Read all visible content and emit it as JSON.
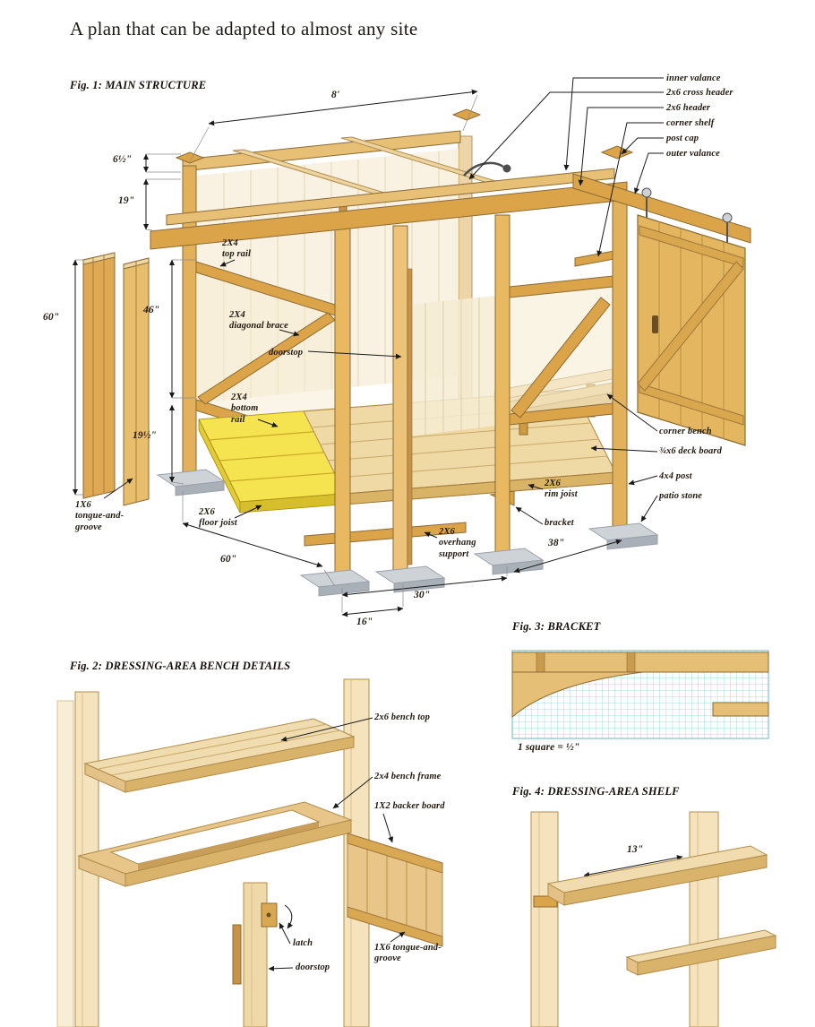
{
  "title": "A plan that can be adapted to almost any site",
  "colors": {
    "wood": "#dca449",
    "wood_light": "#efd9a4",
    "panel_cream": "#f6ecd4",
    "joist_yellow": "#f5e34f",
    "stone_gray": "#ced3d8",
    "grid_teal": "#7cc7cc",
    "line_dark": "#1a1a1a"
  },
  "fig1": {
    "caption": "Fig. 1: MAIN STRUCTURE",
    "dims": {
      "length": "8'",
      "valance_height": "6½\"",
      "header_gap": "19\"",
      "panel_height": "60\"",
      "wall_height": "46\"",
      "base_height": "19½\"",
      "side_width": "60\"",
      "front_span": "30\"",
      "door_offset": "16\"",
      "right_span": "38\""
    },
    "labels": {
      "inner_valance": "inner valance",
      "cross_header": "2x6 cross header",
      "header": "2x6 header",
      "corner_shelf": "corner shelf",
      "post_cap": "post cap",
      "outer_valance": "outer valance",
      "top_rail": "2X4\ntop rail",
      "diagonal_brace": "2X4\ndiagonal brace",
      "doorstop": "doorstop",
      "bottom_rail": "2X4\nbottom\nrail",
      "tongue_and_groove": "1X6\ntongue-and-\ngroove",
      "floor_joist": "2X6\nfloor joist",
      "overhang_support": "2X6\noverhang\nsupport",
      "corner_bench": "corner bench",
      "deck_board": "¾x6 deck board",
      "post": "4x4 post",
      "patio_stone": "patio stone",
      "rim_joist": "2X6\nrim joist",
      "bracket": "bracket"
    }
  },
  "fig2": {
    "caption": "Fig. 2: DRESSING-AREA BENCH DETAILS",
    "labels": {
      "bench_top": "2x6 bench top",
      "bench_frame": "2x4 bench frame",
      "backer_board": "1X2 backer board",
      "latch": "latch",
      "doorstop": "doorstop",
      "tongue_and_groove": "1X6 tongue-and-\ngroove"
    }
  },
  "fig3": {
    "caption": "Fig. 3: BRACKET",
    "scale_note": "1 square = ½\""
  },
  "fig4": {
    "caption": "Fig. 4: DRESSING-AREA SHELF",
    "shelf_width": "13\""
  }
}
